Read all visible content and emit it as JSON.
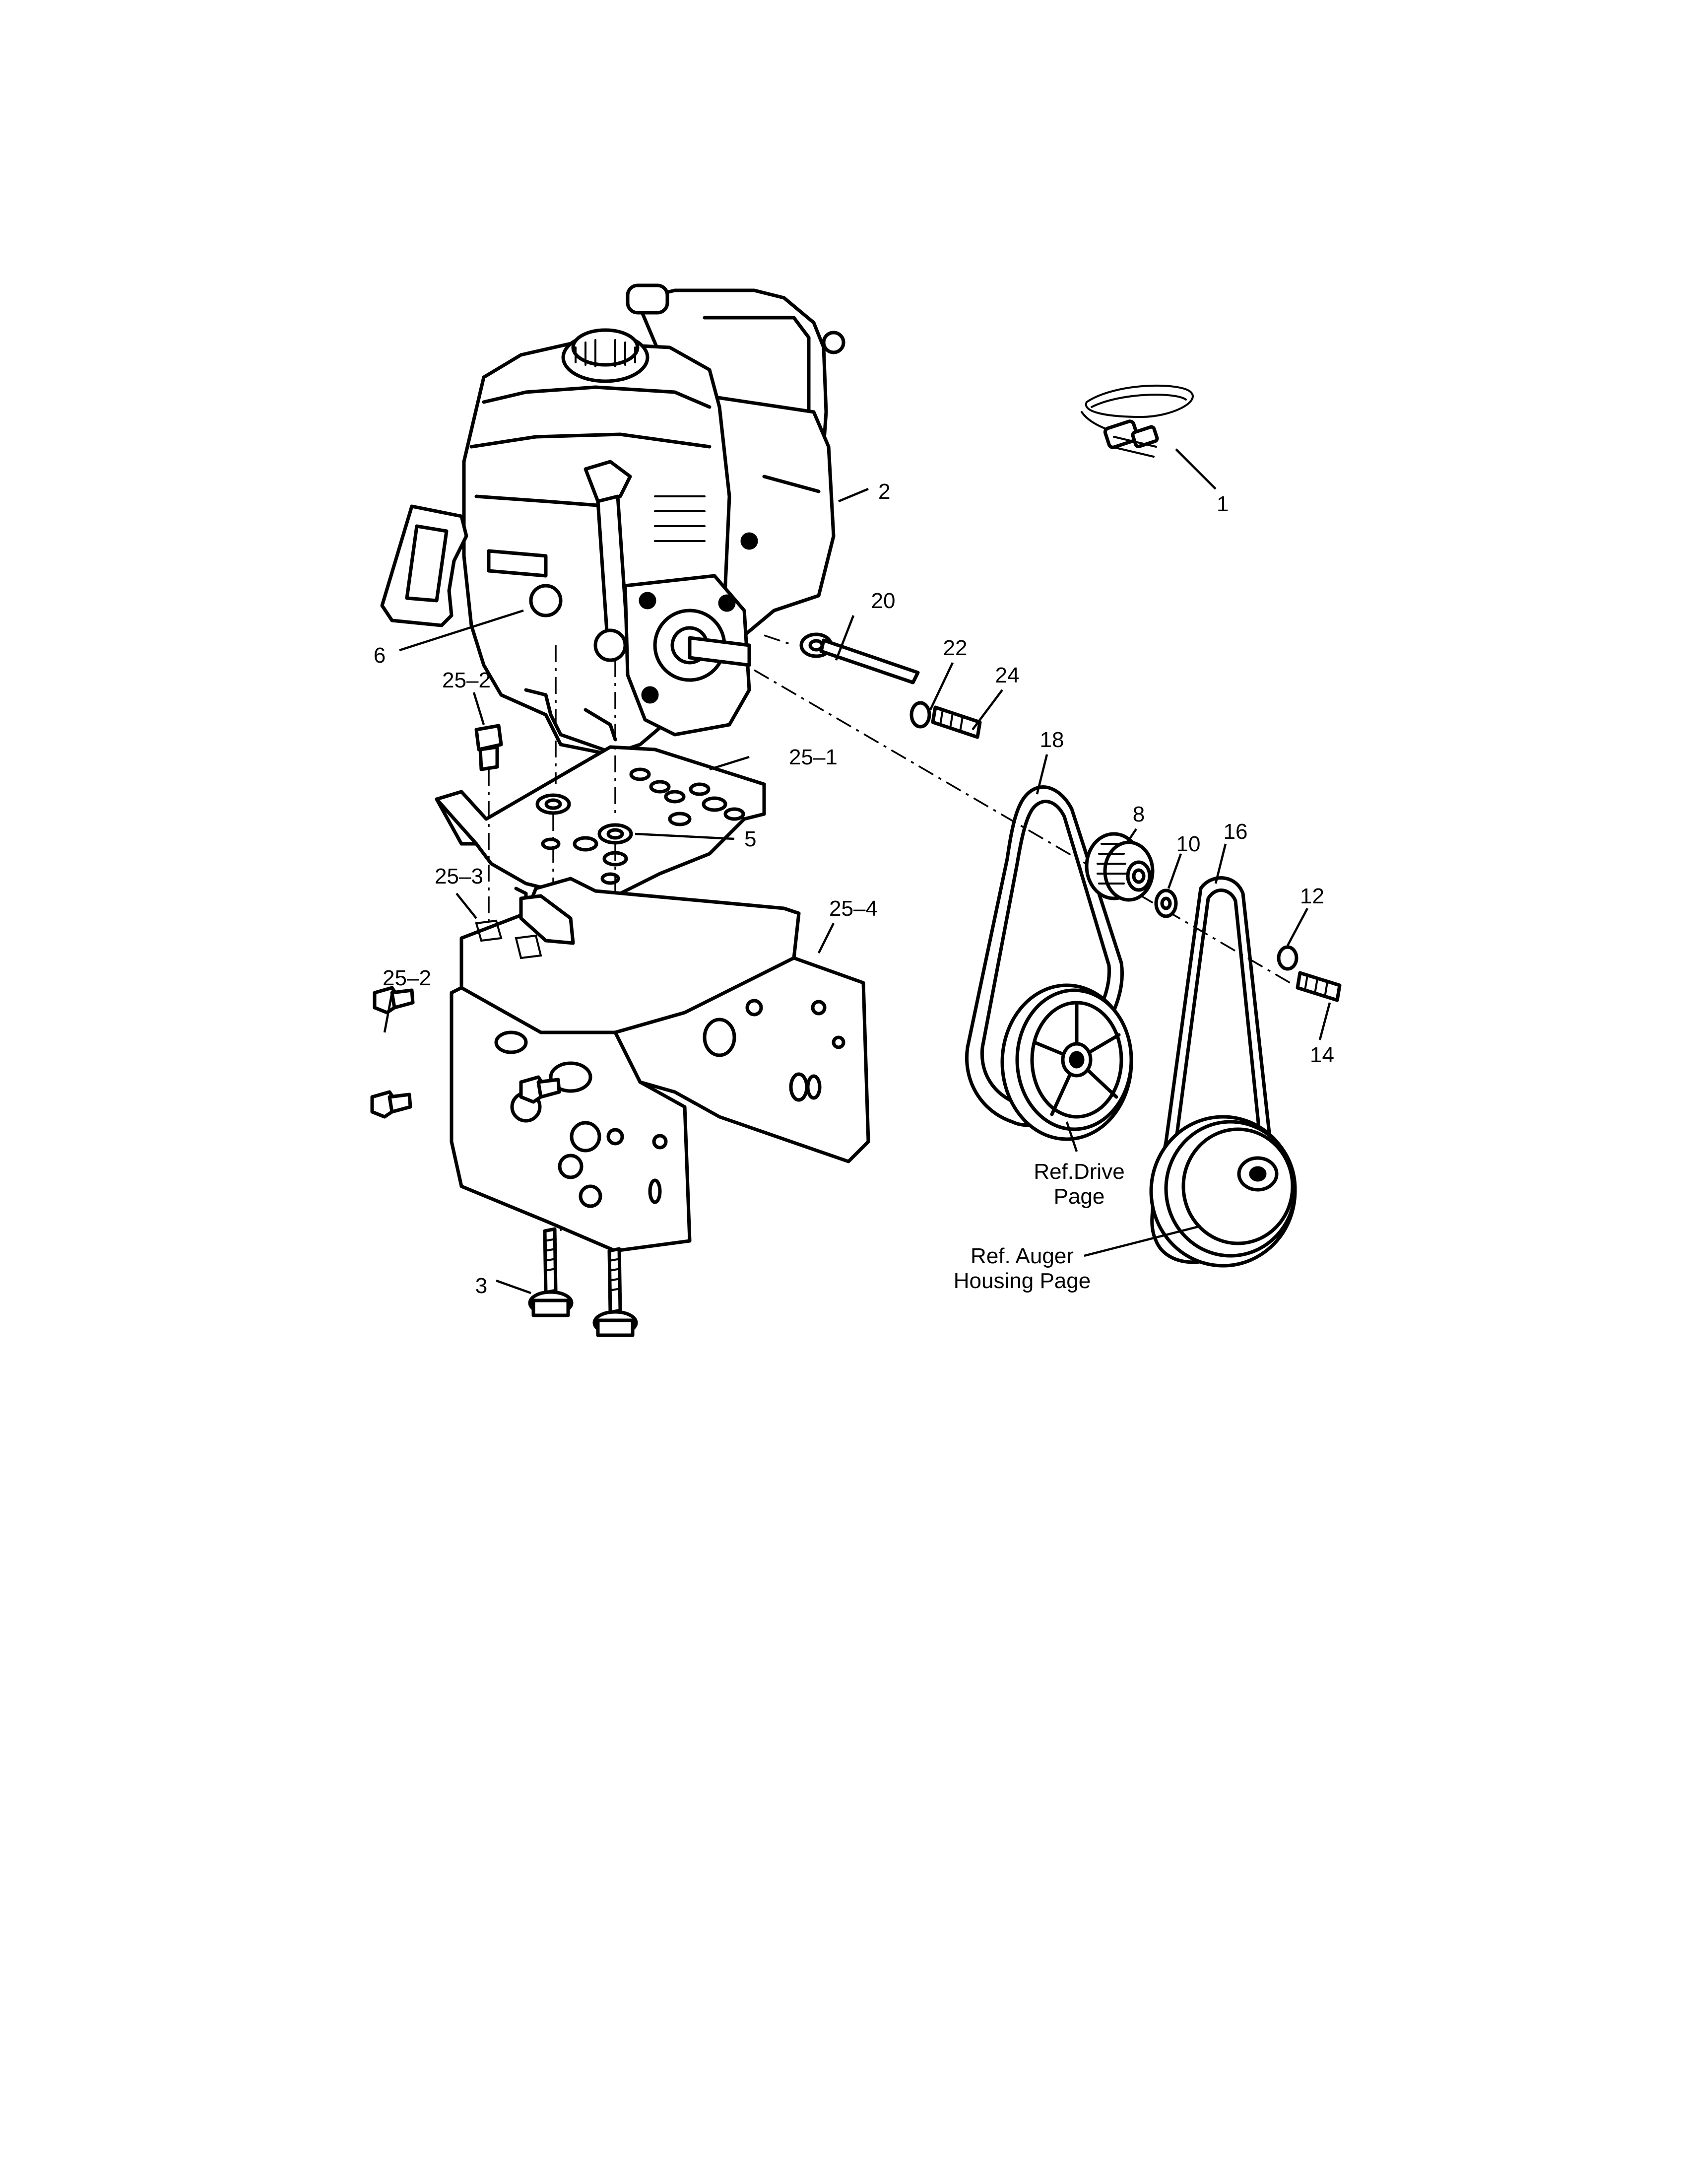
{
  "callouts": {
    "c1": "1",
    "c2": "2",
    "c3": "3",
    "c5": "5",
    "c6": "6",
    "c8": "8",
    "c10": "10",
    "c12": "12",
    "c14": "14",
    "c16": "16",
    "c18": "18",
    "c20": "20",
    "c22": "22",
    "c24": "24",
    "c25_1": "25–1",
    "c25_2_top": "25–2",
    "c25_2_left": "25–2",
    "c25_3": "25–3",
    "c25_4": "25–4"
  },
  "references": {
    "drive_line1": "Ref.Drive",
    "drive_line2": "Page",
    "auger_line1": "Ref. Auger",
    "auger_line2": "Housing Page"
  }
}
